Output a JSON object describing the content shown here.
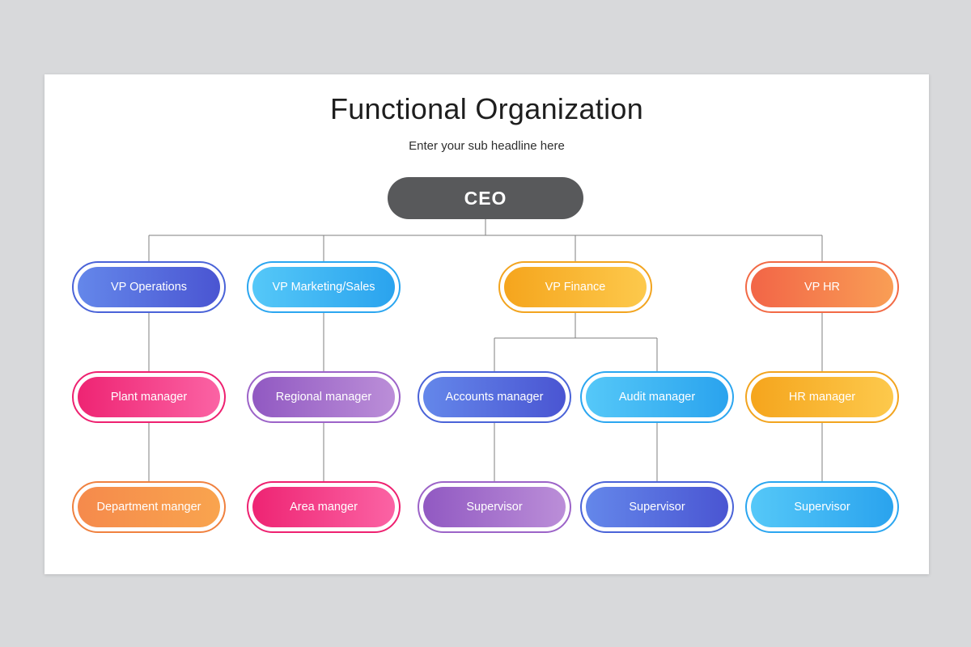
{
  "page": {
    "background_color": "#d8d9db"
  },
  "slide": {
    "title": "Functional Organization",
    "subtitle": "Enter your sub headline here",
    "background_color": "#ffffff"
  },
  "palette": {
    "ceo_fill": "#58595b",
    "connector_line": "#7f7f7f",
    "node_text": "#ffffff",
    "blue": {
      "ring": "#4a63d8",
      "gradient": [
        "#6487ea",
        "#4a55d2"
      ]
    },
    "cyan": {
      "ring": "#2ba6f0",
      "gradient": [
        "#55c8f8",
        "#2aa3ee"
      ]
    },
    "amber": {
      "ring": "#f2a41f",
      "gradient": [
        "#f5a51d",
        "#fdc94c"
      ]
    },
    "coral": {
      "ring": "#f26a45",
      "gradient": [
        "#f26547",
        "#f99e55"
      ]
    },
    "pink": {
      "ring": "#ee2170",
      "gradient": [
        "#ee2473",
        "#fb63a4"
      ]
    },
    "purple": {
      "ring": "#9c63c8",
      "gradient": [
        "#9159c2",
        "#bb8ed8"
      ]
    },
    "orange": {
      "ring": "#f0813f",
      "gradient": [
        "#f58a4c",
        "#f9a44e"
      ]
    }
  },
  "org": {
    "nodes": [
      {
        "id": "ceo",
        "label": "CEO",
        "scheme": "gray",
        "parent": null
      },
      {
        "id": "vp-operations",
        "label": "VP Operations",
        "scheme": "blue",
        "parent": "ceo"
      },
      {
        "id": "vp-marketing-sales",
        "label": "VP Marketing/Sales",
        "scheme": "cyan",
        "parent": "ceo"
      },
      {
        "id": "vp-finance",
        "label": "VP Finance",
        "scheme": "amber",
        "parent": "ceo"
      },
      {
        "id": "vp-hr",
        "label": "VP HR",
        "scheme": "coral",
        "parent": "ceo"
      },
      {
        "id": "plant-manager",
        "label": "Plant manager",
        "scheme": "pink",
        "parent": "vp-operations"
      },
      {
        "id": "regional-manager",
        "label": "Regional manager",
        "scheme": "purple",
        "parent": "vp-marketing-sales"
      },
      {
        "id": "accounts-manager",
        "label": "Accounts manager",
        "scheme": "blue",
        "parent": "vp-finance"
      },
      {
        "id": "audit-manager",
        "label": "Audit manager",
        "scheme": "cyan",
        "parent": "vp-finance"
      },
      {
        "id": "hr-manager",
        "label": "HR manager",
        "scheme": "amber",
        "parent": "vp-hr"
      },
      {
        "id": "department-manger",
        "label": "Department manger",
        "scheme": "orange",
        "parent": "plant-manager"
      },
      {
        "id": "area-manger",
        "label": "Area manger",
        "scheme": "pink",
        "parent": "regional-manager"
      },
      {
        "id": "supervisor-accounts",
        "label": "Supervisor",
        "scheme": "purple",
        "parent": "accounts-manager"
      },
      {
        "id": "supervisor-audit",
        "label": "Supervisor",
        "scheme": "blue",
        "parent": "audit-manager"
      },
      {
        "id": "supervisor-hr",
        "label": "Supervisor",
        "scheme": "cyan",
        "parent": "hr-manager"
      }
    ]
  }
}
